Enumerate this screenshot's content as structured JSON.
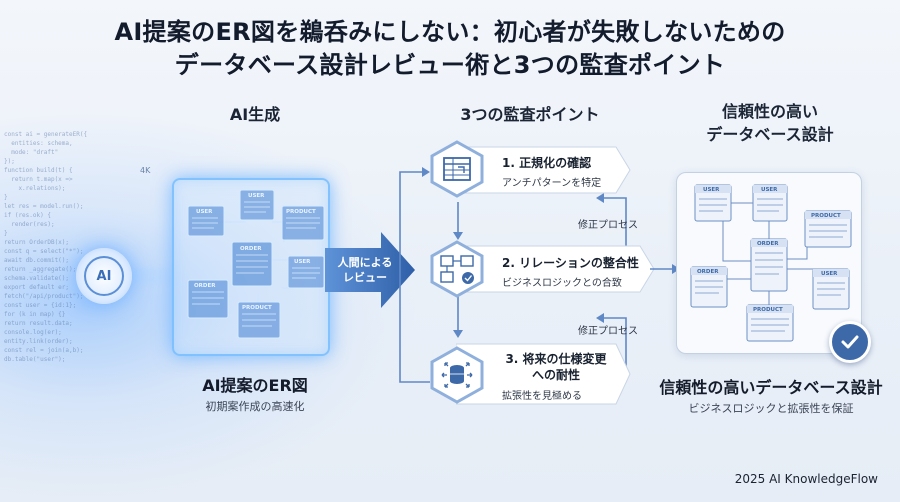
{
  "title": {
    "line1": "AI提案のER図を鵜呑みにしない：初心者が失敗しないための",
    "line2": "データベース設計レビュー術と3つの監査ポイント"
  },
  "left": {
    "label": "AI生成",
    "ai_badge": "AI",
    "tag_4k": "4K",
    "entities": [
      "USER",
      "USER",
      "PRODUCT",
      "ORDER",
      "USER",
      "ORDER",
      "PRODUCT"
    ],
    "caption": "AI提案のER図",
    "subcaption": "初期案作成の高速化"
  },
  "arrow": {
    "line1": "人間による",
    "line2": "レビュー"
  },
  "middle": {
    "label": "3つの監査ポイント",
    "items": [
      {
        "title": "1. 正規化の確認",
        "sub": "アンチパターンを特定"
      },
      {
        "title": "2. リレーションの整合性",
        "sub": "ビジネスロジックとの合致"
      },
      {
        "title1": "3. 将来の仕様変更",
        "title2": "への耐性",
        "sub": "拡張性を見極める"
      }
    ],
    "process_labels": [
      "修正プロセス",
      "修正プロセス"
    ]
  },
  "right": {
    "label_line1": "信頼性の高い",
    "label_line2": "データベース設計",
    "entities": [
      "USER",
      "USER",
      "PRODUCT",
      "ORDER",
      "ORDER",
      "USER",
      "PRODUCT"
    ],
    "caption": "信頼性の高いデータベース設計",
    "subcaption": "ビジネスロジックと拡張性を保証"
  },
  "footer": "2025 AI KnowledgeFlow",
  "colors": {
    "accent": "#3d69a8",
    "flow": "#5f88c6",
    "glow": "#78beff"
  }
}
